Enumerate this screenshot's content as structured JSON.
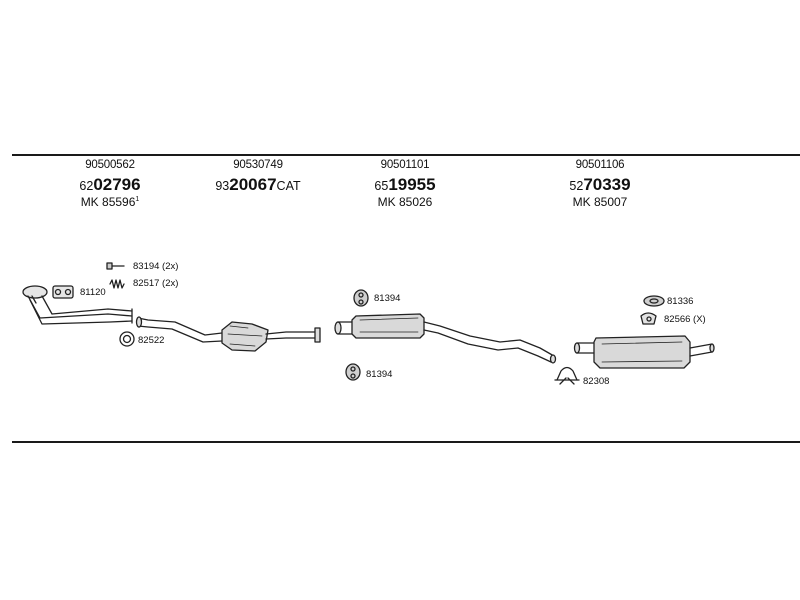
{
  "sections": [
    {
      "part_no": "90500562",
      "code_prefix": "62",
      "code_main": "02796",
      "code_suffix": "",
      "mk": "MK  85596",
      "mk_note": "1"
    },
    {
      "part_no": "90530749",
      "code_prefix": "93",
      "code_main": "20067",
      "code_suffix": "CAT",
      "mk": "",
      "mk_note": ""
    },
    {
      "part_no": "90501101",
      "code_prefix": "65",
      "code_main": "19955",
      "code_suffix": "",
      "mk": "MK  85026",
      "mk_note": ""
    },
    {
      "part_no": "90501106",
      "code_prefix": "52",
      "code_main": "70339",
      "code_suffix": "",
      "mk": "MK  85007",
      "mk_note": ""
    }
  ],
  "callouts": {
    "c83194": "83194 (2x)",
    "c82517": "82517 (2x)",
    "c81120": "81120",
    "c82522": "82522",
    "c81394a": "81394",
    "c81394b": "81394",
    "c81336": "81336",
    "c82566": "82566 (X)",
    "c82308": "82308"
  },
  "colors": {
    "line": "#1a1a1a",
    "part_fill": "#d9d9d9",
    "part_stroke": "#222222"
  }
}
